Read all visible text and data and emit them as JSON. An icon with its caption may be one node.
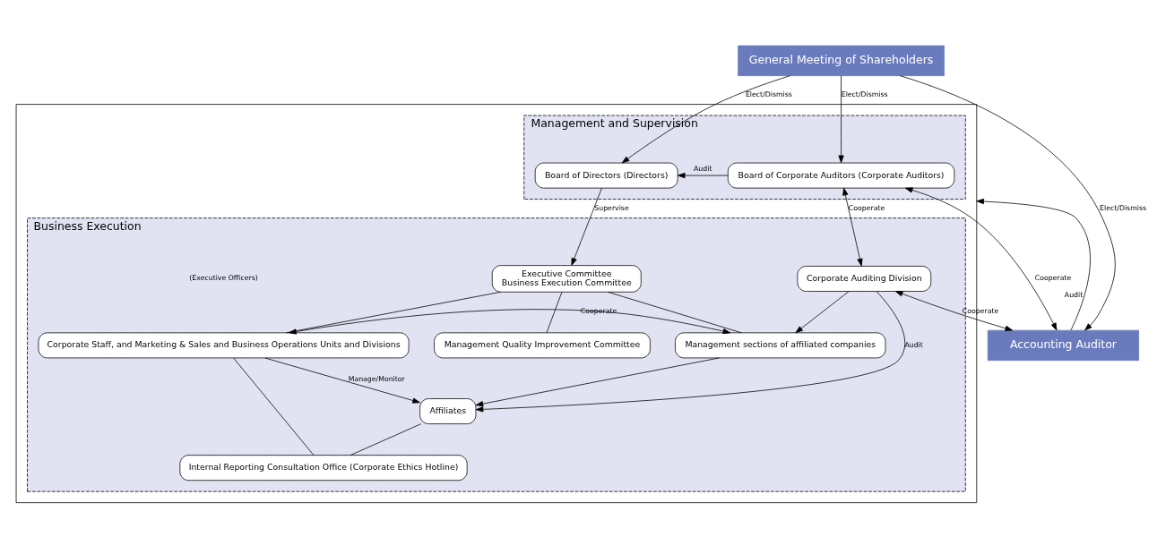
{
  "diagram": {
    "nodes": [
      {
        "text": [
          "General Meeting of Shareholders"
        ]
      },
      {
        "text": [],
        "shape": "box"
      },
      {
        "text": [
          "Management and Supervision"
        ],
        "in": 1
      },
      {
        "text": [
          "Board of Directors (Directors)"
        ],
        "in": 2
      },
      {
        "text": [
          "Board of Corporate Auditors (Corporate Auditors)"
        ],
        "in": 2
      },
      {
        "text": [
          "Business Execution"
        ],
        "in": 1
      },
      {
        "text": [
          "Executive Committee",
          "Business Execution Committee"
        ],
        "in": 5
      },
      {
        "text": [
          "Management Quality Improvement Committee"
        ],
        "in": 5
      },
      {
        "text": [
          "Corporate Auditing Division"
        ],
        "in": 5
      },
      {
        "text": [
          "Corporate Staff, and Marketing & Sales and Business Operations Units and Divisions"
        ],
        "in": 5
      },
      {
        "text": [
          "Management sections of affiliated companies"
        ],
        "in": 5
      },
      {
        "text": [
          "Affiliates"
        ],
        "in": 5
      },
      {
        "text": [
          "Internal Reporting Consultation Office (Corporate Ethics Hotline)"
        ],
        "in": 5
      },
      {
        "text": [
          "Accounting Auditor"
        ]
      }
    ],
    "edges": [
      {
        "from": 0,
        "to": 3,
        "arrow": "to",
        "label": "Elect/Dismiss"
      },
      {
        "from": 0,
        "to": 4,
        "arrow": "to",
        "label": "Elect/Dismiss"
      },
      {
        "from": 0,
        "to": 13,
        "arrow": "to",
        "label": "Elect/Dismiss"
      },
      {
        "from": 4,
        "to": 3,
        "arrow": "to",
        "label": "Audit"
      },
      {
        "from": 4,
        "to": 13,
        "arrow": "both",
        "label": "Cooperate"
      },
      {
        "from": 13,
        "to": 1,
        "arrow": "to",
        "label": "Audit"
      },
      {
        "from": 3,
        "to": 6,
        "arrow": "to",
        "label": "Supervise"
      },
      {
        "from": 4,
        "to": 8,
        "arrow": "both",
        "label": "Cooperate"
      },
      {
        "from": 8,
        "to": 13,
        "arrow": "both",
        "label": "Cooperate"
      },
      {
        "from": 6,
        "to": 7,
        "arrow": "none"
      },
      {
        "from": 6,
        "to": 9,
        "arrow": "none"
      },
      {
        "from": 6,
        "to": 10,
        "arrow": "none"
      },
      {
        "from": 8,
        "to": 10,
        "arrow": "to"
      },
      {
        "from": 8,
        "to": 11,
        "arrow": "to",
        "label": "Audit"
      },
      {
        "from": 9,
        "to": 10,
        "arrow": "both",
        "label": "Cooperate"
      },
      {
        "from": 9,
        "to": 11,
        "arrow": "to",
        "label": "Manage/Monitor"
      },
      {
        "from": 10,
        "to": 11,
        "arrow": "to"
      },
      {
        "from": 9,
        "to": 12,
        "arrow": "none"
      },
      {
        "from": 11,
        "to": 12,
        "arrow": "none"
      }
    ],
    "labels": [
      "(Executive Officers)"
    ]
  }
}
